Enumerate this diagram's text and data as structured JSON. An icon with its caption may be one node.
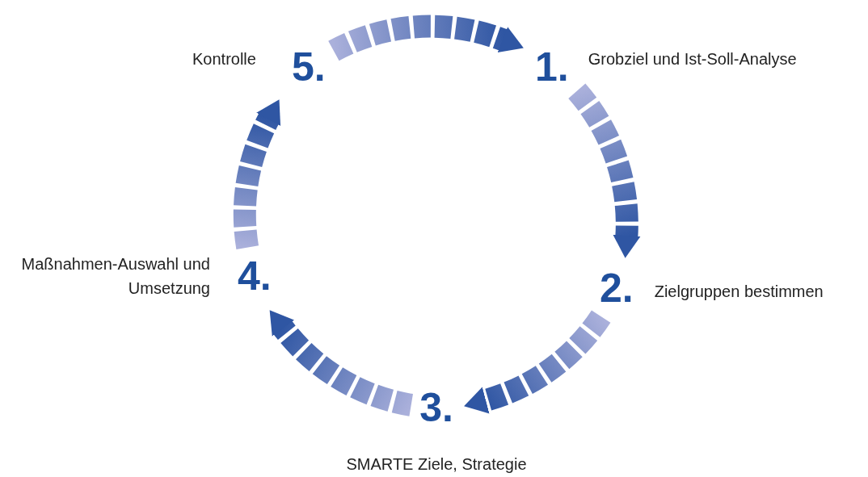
{
  "diagram": {
    "nodes": [
      {
        "text": [
          "1.",
          "Grobziel und Ist-Soll-Analyse"
        ]
      },
      {
        "text": [
          "2.",
          "Zielgruppen bestimmen"
        ]
      },
      {
        "text": [
          "3.",
          "SMARTE Ziele, Strategie"
        ]
      },
      {
        "text": [
          "Maßnahmen-Auswahl und Umsetzung",
          "4."
        ]
      },
      {
        "text": [
          "Kontrolle",
          "5."
        ]
      }
    ],
    "edges": [
      {
        "from": 0,
        "to": 1,
        "arrow": "to"
      },
      {
        "from": 1,
        "to": 2,
        "arrow": "to"
      },
      {
        "from": 2,
        "to": 3,
        "arrow": "to"
      },
      {
        "from": 3,
        "to": 4,
        "arrow": "to"
      },
      {
        "from": 4,
        "to": 0,
        "arrow": "to"
      }
    ]
  }
}
